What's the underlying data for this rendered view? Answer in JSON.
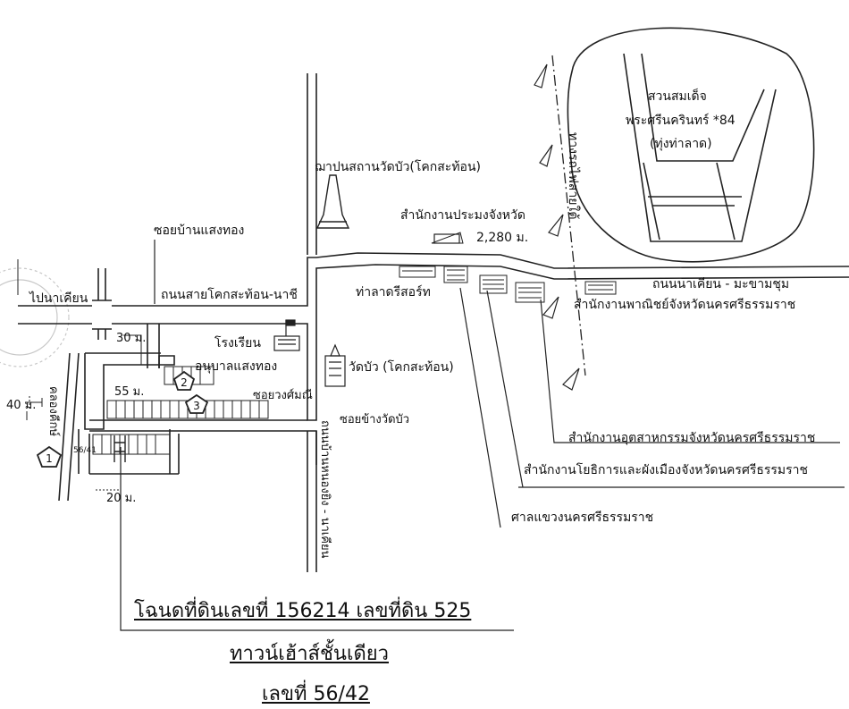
{
  "map": {
    "park": [
      "สวนสมเด็จ",
      "พระศรีนครินทร์ *84",
      "(ทุ่งท่าลาด)"
    ],
    "railway": "ทางรถไฟสายใต้",
    "pagoda": "ฌาปนสถานวัดบัว(โคกสะท้อน)",
    "fisheries": "สำนักงานประมงจังหวัด",
    "distance": "2,280 ม.",
    "soi_saengthong": "ซอยบ้านแสงทอง",
    "to_na_khian": "ไปนาเคียน",
    "road_main": "ถนนสายโคกสะท้อน-นาชี",
    "road_nakhian": "ถนนนาเคียน - มะขามชุม",
    "pier": "ท่าลาดรีสอร์ท",
    "commerce": "สำนักงานพาณิชย์จังหวัดนครศรีธรรมราช",
    "school": "โรงเรียน",
    "kindergarten": "อนุบาลแสงทอง",
    "temple": "วัดบัว (โคกสะท้อน)",
    "soi_yongmanee": "ซอยวงศ์มณี",
    "soi_temple": "ซอยข้างวัดบัว",
    "road_vertical": "ถนนบ้านหนองยิง - นาเคียน",
    "canal": "คลองคีกษ์",
    "dim_30": "30 ม.",
    "dim_55": "55 ม.",
    "dim_40": "40 ม.",
    "dim_20": "20 ม.",
    "lot_number": "56/41",
    "industry": "สำนักงานอุตสาหกรรมจังหวัดนครศรีธรรมราช",
    "public_works": "สำนักงานโยธิการและผังเมืองจังหวัดนครศรีธรรมราช",
    "court": "ศาลแขวงนครศรีธรรมราช",
    "markers": [
      "1",
      "2",
      "3"
    ]
  },
  "title": {
    "line1": "โฉนดที่ดินเลขที่ 156214 เลขที่ดิน 525",
    "line2": "ทาวน์เฮ้าส์ชั้นเดียว",
    "line3": "เลขที่ 56/42"
  }
}
